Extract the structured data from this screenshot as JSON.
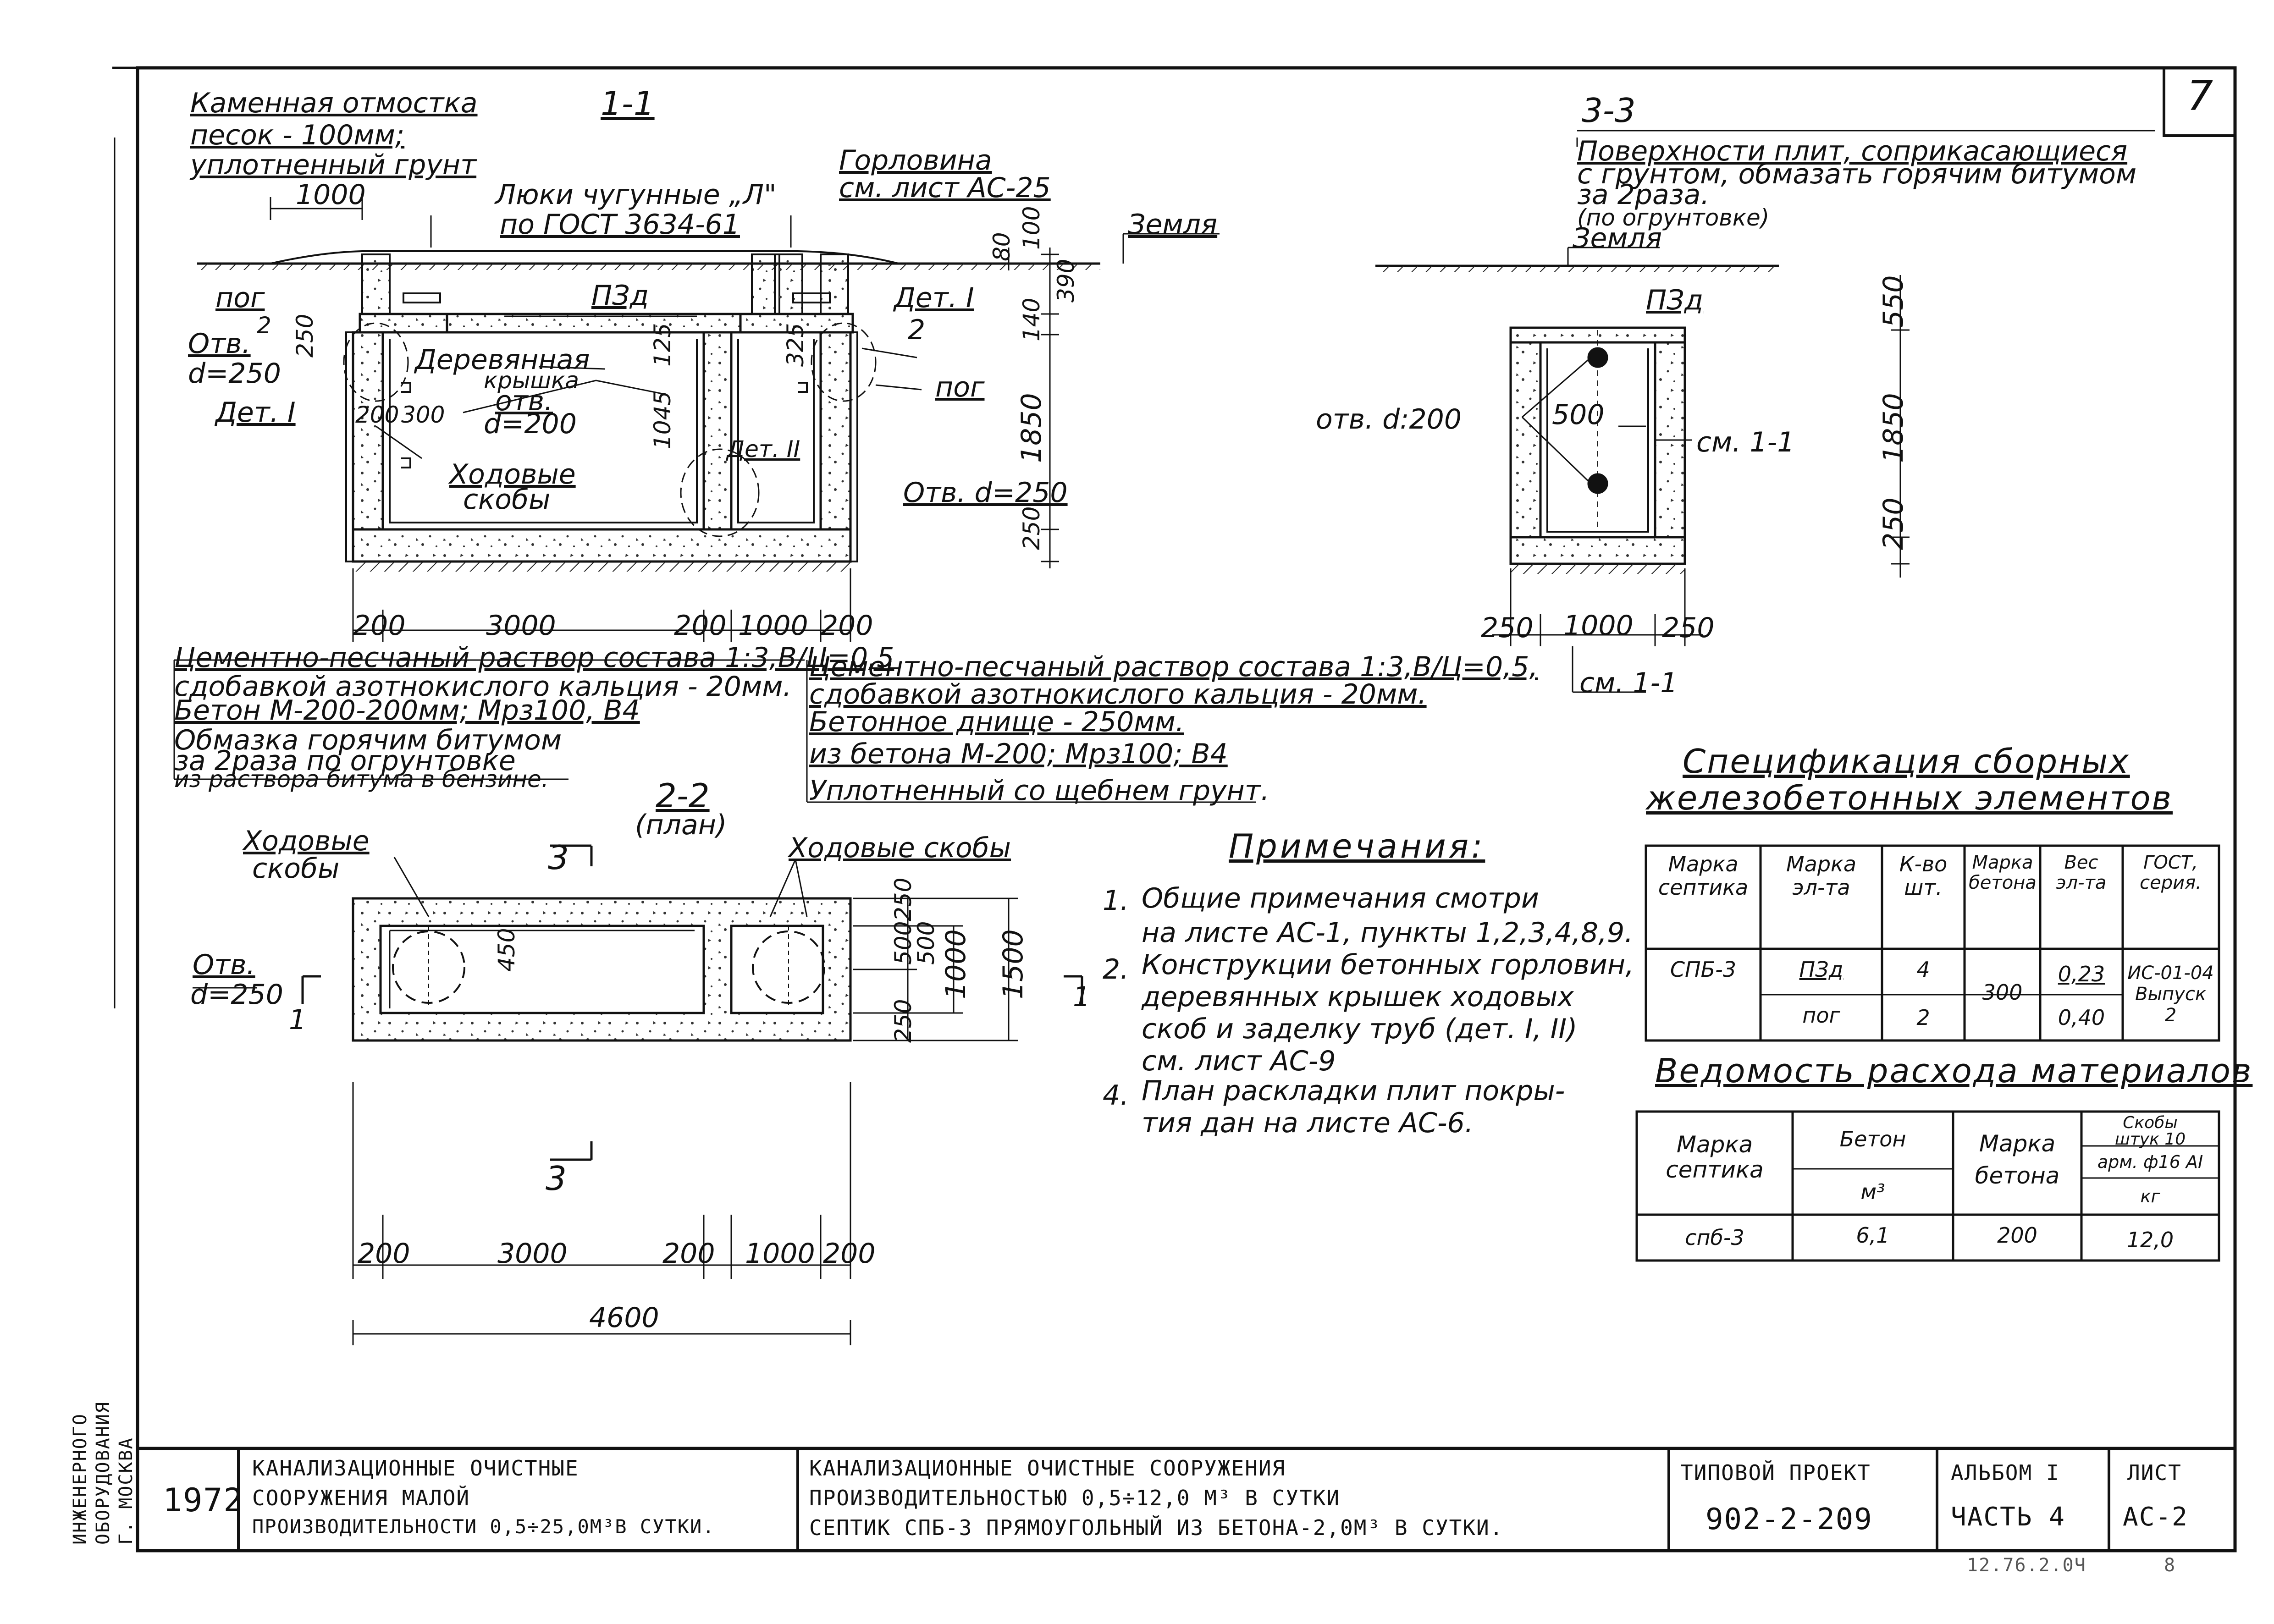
{
  "sheet": {
    "corner_number": "7",
    "footer_note": "12.76.2.0Ч",
    "footer_page": "8"
  },
  "section_1_1": {
    "title": "1-1",
    "l_stone": "Каменная отмостка",
    "l_sand": "песок - 100мм;",
    "l_soil": "уплотненный грунт",
    "d_1000_top": "1000",
    "l_hatch1": "Люки чугунные „Л\"",
    "l_hatch2": "по ГОСТ 3634-61",
    "l_neck1": "Горловина",
    "l_neck2": "см. лист АС-25",
    "l_ground": "Земля",
    "d_80": "80",
    "d_100": "100",
    "d_390": "390",
    "d_140": "140",
    "d_1850": "1850",
    "d_250v": "250",
    "l_pz": "ПЗд",
    "l_pog_left": "пог",
    "l_otv_left": "Отв.",
    "l_d250_left": "d=250",
    "d_250_left": "250",
    "l_det1_left": "Дет. I",
    "l_wood1": "Деревянная",
    "l_wood2": "крышка",
    "l_otv_mid": "отв.",
    "l_d200": "d=200",
    "d_200": "200",
    "d_300": "300",
    "d_1045": "1045",
    "d_325": "325",
    "d_125": "125",
    "l_steps1": "Ходовые",
    "l_steps2": "скобы",
    "l_det2": "Дет. II",
    "l_det1_right": "Дет. I",
    "l_pog_right": "пог",
    "l_otv_right": "Отв. d=250",
    "mark_2": "2",
    "dims_bottom": [
      "200",
      "3000",
      "200",
      "1000",
      "200"
    ],
    "note_left": [
      "Цементно-песчаный раствор состава 1:3,В/Ц=0,5",
      "сдобавкой азотнокислого кальция - 20мм.",
      "Бетон М-200-200мм; Мрз100, В4",
      "Обмазка горячим битумом",
      "за 2раза по огрунтовке",
      "из раствора битума в бензине."
    ],
    "note_right": [
      "Цементно-песчаный раствор состава 1:3,В/Ц=0,5,",
      "сдобавкой азотнокислого кальция - 20мм.",
      "Бетонное днище - 250мм.",
      "из бетона М-200; Мрз100; В4",
      "Уплотненный со щебнем грунт."
    ]
  },
  "section_3_3": {
    "title": "3-3",
    "note": [
      "Поверхности плит, соприкасающиеся",
      "с грунтом, обмазать горячим битумом",
      "за 2раза.",
      "(по огрунтовке)"
    ],
    "l_ground": "Земля",
    "l_pz": "ПЗд",
    "d_550": "550",
    "d_1850": "1850",
    "d_250": "250",
    "l_otv": "отв. d:200",
    "d_500": "500",
    "l_cm": "см. 1-1",
    "dims_bottom": [
      "250",
      "1000",
      "250"
    ],
    "l_cm_bottom": "см. 1-1"
  },
  "plan_2_2": {
    "title": "2-2",
    "subtitle": "(план)",
    "l_steps_left1": "Ходовые",
    "l_steps_left2": "скобы",
    "l_steps_right": "Ходовые скобы",
    "l_sec3_top": "3",
    "l_sec3_bottom": "3",
    "l_otv": "Отв.",
    "l_d250": "d=250",
    "l_sec1_left": "1",
    "l_sec1_right": "1",
    "d_450": "450",
    "d_right": [
      "250",
      "500",
      "500",
      "250"
    ],
    "d_1000": "1000",
    "d_1500": "1500",
    "dims_bottom": [
      "200",
      "3000",
      "200",
      "1000",
      "200"
    ],
    "d_4600": "4600"
  },
  "notes": {
    "title": "Примечания:",
    "items": [
      {
        "num": "1.",
        "lines": [
          "Общие примечания смотри",
          "на листе АС-1, пункты 1,2,3,4,8,9."
        ]
      },
      {
        "num": "2.",
        "lines": [
          "Конструкции бетонных горловин,",
          "деревянных крышек ходовых",
          "скоб и заделку труб (дет. I, II)",
          "см. лист АС-9"
        ]
      },
      {
        "num": "4.",
        "lines": [
          "План раскладки плит покры-",
          "тия дан на листе АС-6."
        ]
      }
    ]
  },
  "spec_table": {
    "title1": "Спецификация сборных",
    "title2": "железобетонных элементов",
    "headers": [
      [
        "Марка",
        "септика"
      ],
      [
        "Марка",
        "эл-та"
      ],
      [
        "К-во",
        "шт."
      ],
      [
        "Марка",
        "бетона"
      ],
      [
        "Вес",
        "эл-та"
      ],
      [
        "ГОСТ,",
        "серия."
      ]
    ],
    "septic": "СПБ-3",
    "rows": [
      [
        "ПЗд",
        "4",
        "0,23"
      ],
      [
        "пог",
        "2",
        "0,40"
      ]
    ],
    "concrete": "300",
    "gost": [
      "ИС-01-04",
      "Выпуск",
      "2"
    ]
  },
  "materials_table": {
    "title": "Ведомость расхода материалов",
    "h_septic": [
      "Марка",
      "септика"
    ],
    "h_concrete": "Бетон",
    "h_m3": "м³",
    "h_grade": [
      "Марка",
      "бетона"
    ],
    "h_steps": [
      "Скобы",
      "штук 10"
    ],
    "h_arm": "арм. ф16 АI",
    "h_kg": "кг",
    "row": [
      "спб-3",
      "6,1",
      "200",
      "12,0"
    ]
  },
  "title_block": {
    "year": "1972",
    "desc_left": [
      "КАНАЛИЗАЦИОННЫЕ ОЧИСТНЫЕ",
      "СООРУЖЕНИЯ МАЛОЙ",
      "ПРОИЗВОДИТЕЛЬНОСТИ 0,5÷25,0М³В СУТКИ."
    ],
    "desc_mid": [
      "КАНАЛИЗАЦИОННЫЕ ОЧИСТНЫЕ СООРУЖЕНИЯ",
      "ПРОИЗВОДИТЕЛЬНОСТЬЮ 0,5÷12,0 М³ В СУТКИ",
      "СЕПТИК СПБ-3 ПРЯМОУГОЛЬНЫЙ ИЗ БЕТОНА-2,0М³ В СУТКИ."
    ],
    "project_label": "ТИПОВОЙ ПРОЕКТ",
    "project_no": "902-2-209",
    "album_label": "АЛЬБОМ I",
    "album_part": "ЧАСТЬ 4",
    "sheet_label": "ЛИСТ",
    "sheet_no": "АС-2",
    "org": [
      "ИНЖЕНЕРНОГО",
      "ОБОРУДОВАНИЯ",
      "Г. МОСКВА"
    ]
  }
}
